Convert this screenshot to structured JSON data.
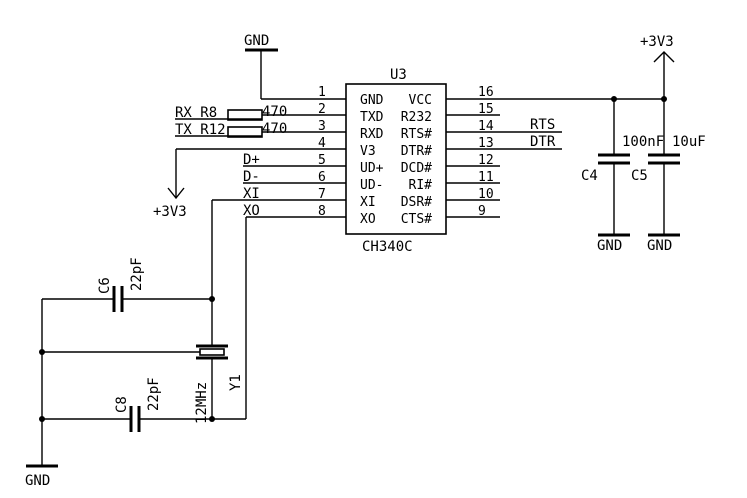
{
  "ic": {
    "ref": "U3",
    "part": "CH340C",
    "left_pins": [
      {
        "num": "1",
        "name": "GND",
        "net": "GND"
      },
      {
        "num": "2",
        "name": "TXD",
        "net": "RX R8"
      },
      {
        "num": "3",
        "name": "RXD",
        "net": "TX R12"
      },
      {
        "num": "4",
        "name": "V3",
        "net": ""
      },
      {
        "num": "5",
        "name": "UD+",
        "net": "D+"
      },
      {
        "num": "6",
        "name": "UD-",
        "net": "D-"
      },
      {
        "num": "7",
        "name": "XI",
        "net": "XI"
      },
      {
        "num": "8",
        "name": "XO",
        "net": "XO"
      }
    ],
    "right_pins": [
      {
        "num": "16",
        "name": "VCC",
        "net": ""
      },
      {
        "num": "15",
        "name": "R232",
        "net": ""
      },
      {
        "num": "14",
        "name": "RTS#",
        "net": "RTS"
      },
      {
        "num": "13",
        "name": "DTR#",
        "net": "DTR"
      },
      {
        "num": "12",
        "name": "DCD#",
        "net": ""
      },
      {
        "num": "11",
        "name": "RI#",
        "net": ""
      },
      {
        "num": "10",
        "name": "DSR#",
        "net": ""
      },
      {
        "num": "9",
        "name": "CTS#",
        "net": ""
      }
    ]
  },
  "resistors": [
    {
      "ref": "RX R8",
      "value": "470"
    },
    {
      "ref": "TX R12",
      "value": "470"
    }
  ],
  "capacitors": [
    {
      "ref": "C4",
      "value": "100nF"
    },
    {
      "ref": "C5",
      "value": "10uF"
    },
    {
      "ref": "C6",
      "value": "22pF"
    },
    {
      "ref": "C8",
      "value": "22pF"
    }
  ],
  "crystal": {
    "ref": "Y1",
    "value": "12MHz"
  },
  "power": {
    "gnd": "GND",
    "vcc": "+3V3"
  }
}
